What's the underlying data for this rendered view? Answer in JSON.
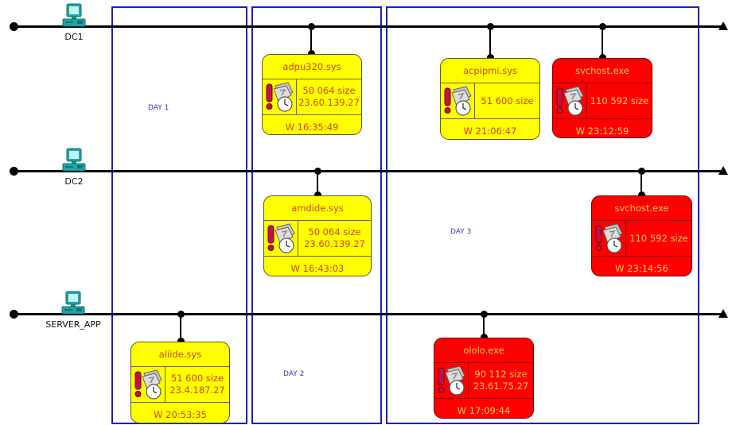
{
  "days": [
    {
      "label": "DAY 1"
    },
    {
      "label": "DAY 2"
    },
    {
      "label": "DAY 3"
    }
  ],
  "hosts": [
    {
      "label": "DC1"
    },
    {
      "label": "DC2"
    },
    {
      "label": "SERVER_APP"
    }
  ],
  "events": [
    {
      "host": "DC1",
      "file": "adpu320.sys",
      "size": "50 064 size",
      "ip": "23.60.139.27",
      "time": "W 16:35:49",
      "severity": "yellow"
    },
    {
      "host": "DC1",
      "file": "acpipmi.sys",
      "size": "51 600 size",
      "ip": "",
      "time": "W 21:06:47",
      "severity": "yellow"
    },
    {
      "host": "DC1",
      "file": "svchost.exe",
      "size": "110 592 size",
      "ip": "",
      "time": "W 23:12:59",
      "severity": "red"
    },
    {
      "host": "DC2",
      "file": "amdide.sys",
      "size": "50 064 size",
      "ip": "23.60.139.27",
      "time": "W 16:43:03",
      "severity": "yellow"
    },
    {
      "host": "DC2",
      "file": "svchost.exe",
      "size": "110 592 size",
      "ip": "",
      "time": "W 23:14:56",
      "severity": "red"
    },
    {
      "host": "SERVER_APP",
      "file": "aliide.sys",
      "size": "51 600 size",
      "ip": "23.4.187.27",
      "time": "W 20:53:35",
      "severity": "yellow"
    },
    {
      "host": "SERVER_APP",
      "file": "ololo.exe",
      "size": "90 112 size",
      "ip": "23.61.75.27",
      "time": "W 17:09:44",
      "severity": "red"
    }
  ],
  "colors": {
    "day_border": "#1a1fc4",
    "warning_fill": "#ffff00",
    "critical_fill": "#ff0000"
  }
}
